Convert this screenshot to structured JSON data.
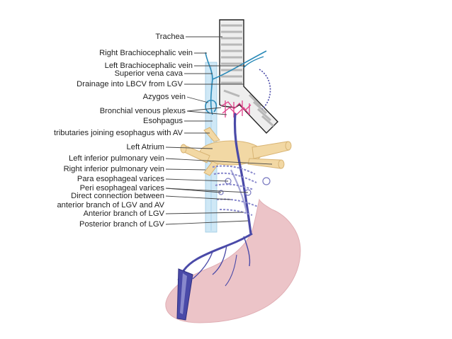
{
  "labels": [
    "Trachea",
    "Right Brachiocephalic vein",
    "Left Brachiocephalic vein",
    "Superior vena cava",
    "Drainage into LBCV from LGV",
    "Azygos vein",
    "Bronchial venous plexus",
    "Esohpagus",
    "tributaries joining esophagus with AV",
    "Left Atrium",
    "Left inferior pulmonary vein",
    "Right inferior pulmonary vein",
    "Para esophageal varices",
    "Peri esophageal varices",
    "Direct connection between",
    "anterior branch of LGV and AV",
    "Anterior branch of LGV",
    "Posterior branch of LGV"
  ],
  "colors": {
    "vein": "#4a4aa8",
    "vein_dark": "#2e2e80",
    "vein_light": "#a8a8d8",
    "bronchial_plexus": "#e0408a",
    "stomach": "#ecc4c8",
    "atrium": "#f2d8a4",
    "atrium_outline": "#d8b474",
    "esophagus_svc": "#cfe8f6",
    "cyan_vessel": "#2a8ab8",
    "trachea_stripe": "#b8b8b8"
  }
}
